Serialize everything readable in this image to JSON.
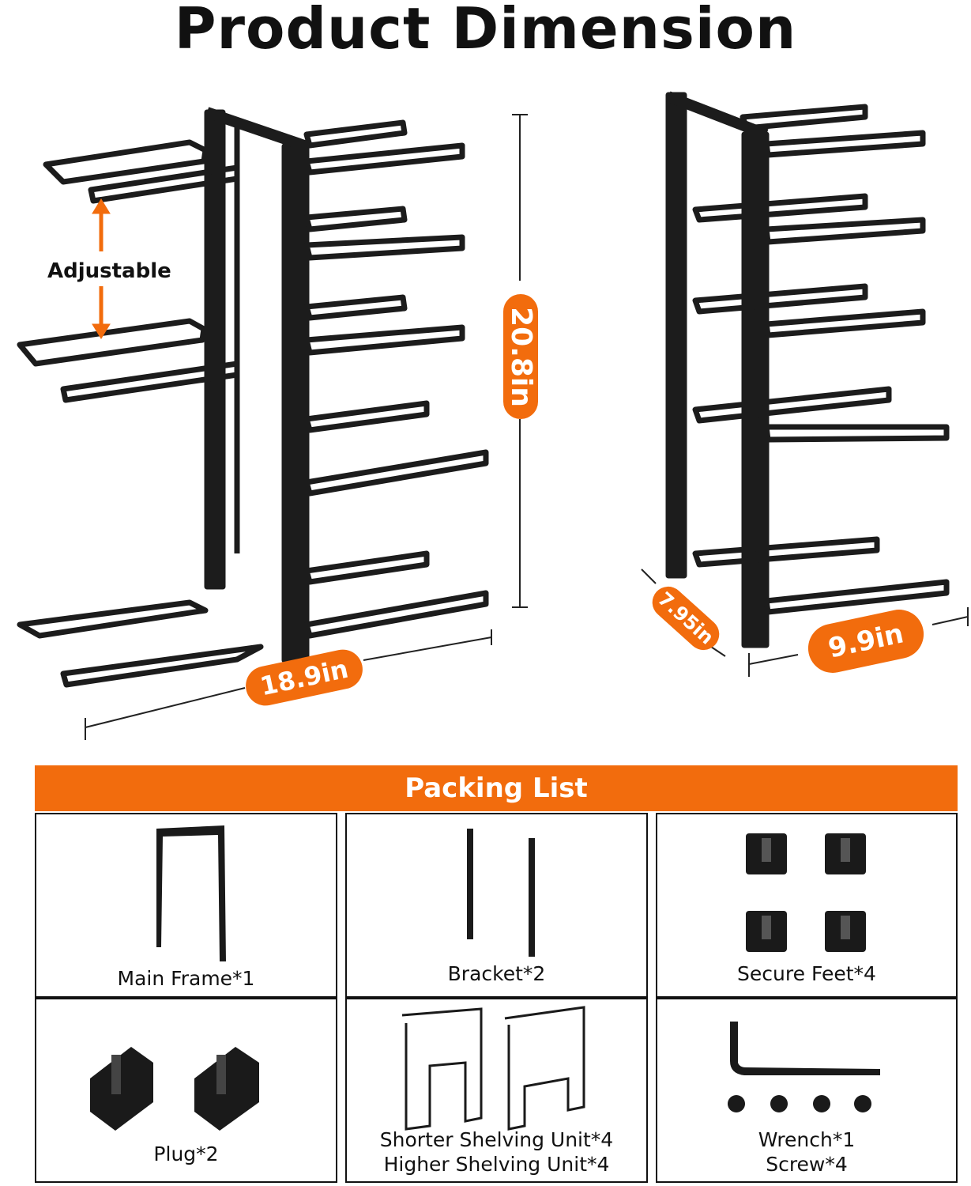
{
  "header": {
    "title": "Product Dimension"
  },
  "dimensions": {
    "adjustable_label": "Adjustable",
    "height": "20.8in",
    "width_left": "18.9in",
    "depth": "7.95in",
    "width_right": "9.9in"
  },
  "packing_list": {
    "title": "Packing List",
    "items": [
      {
        "label": "Main Frame*1"
      },
      {
        "label": "Bracket*2"
      },
      {
        "label": "Secure Feet*4"
      },
      {
        "label": "Plug*2"
      },
      {
        "label_line1": "Shorter Shelving Unit*4",
        "label_line2": "Higher Shelving Unit*4"
      },
      {
        "label_line1": "Wrench*1",
        "label_line2": "Screw*4"
      }
    ]
  },
  "colors": {
    "accent": "#f26c0d",
    "product": "#1a1a1a"
  }
}
